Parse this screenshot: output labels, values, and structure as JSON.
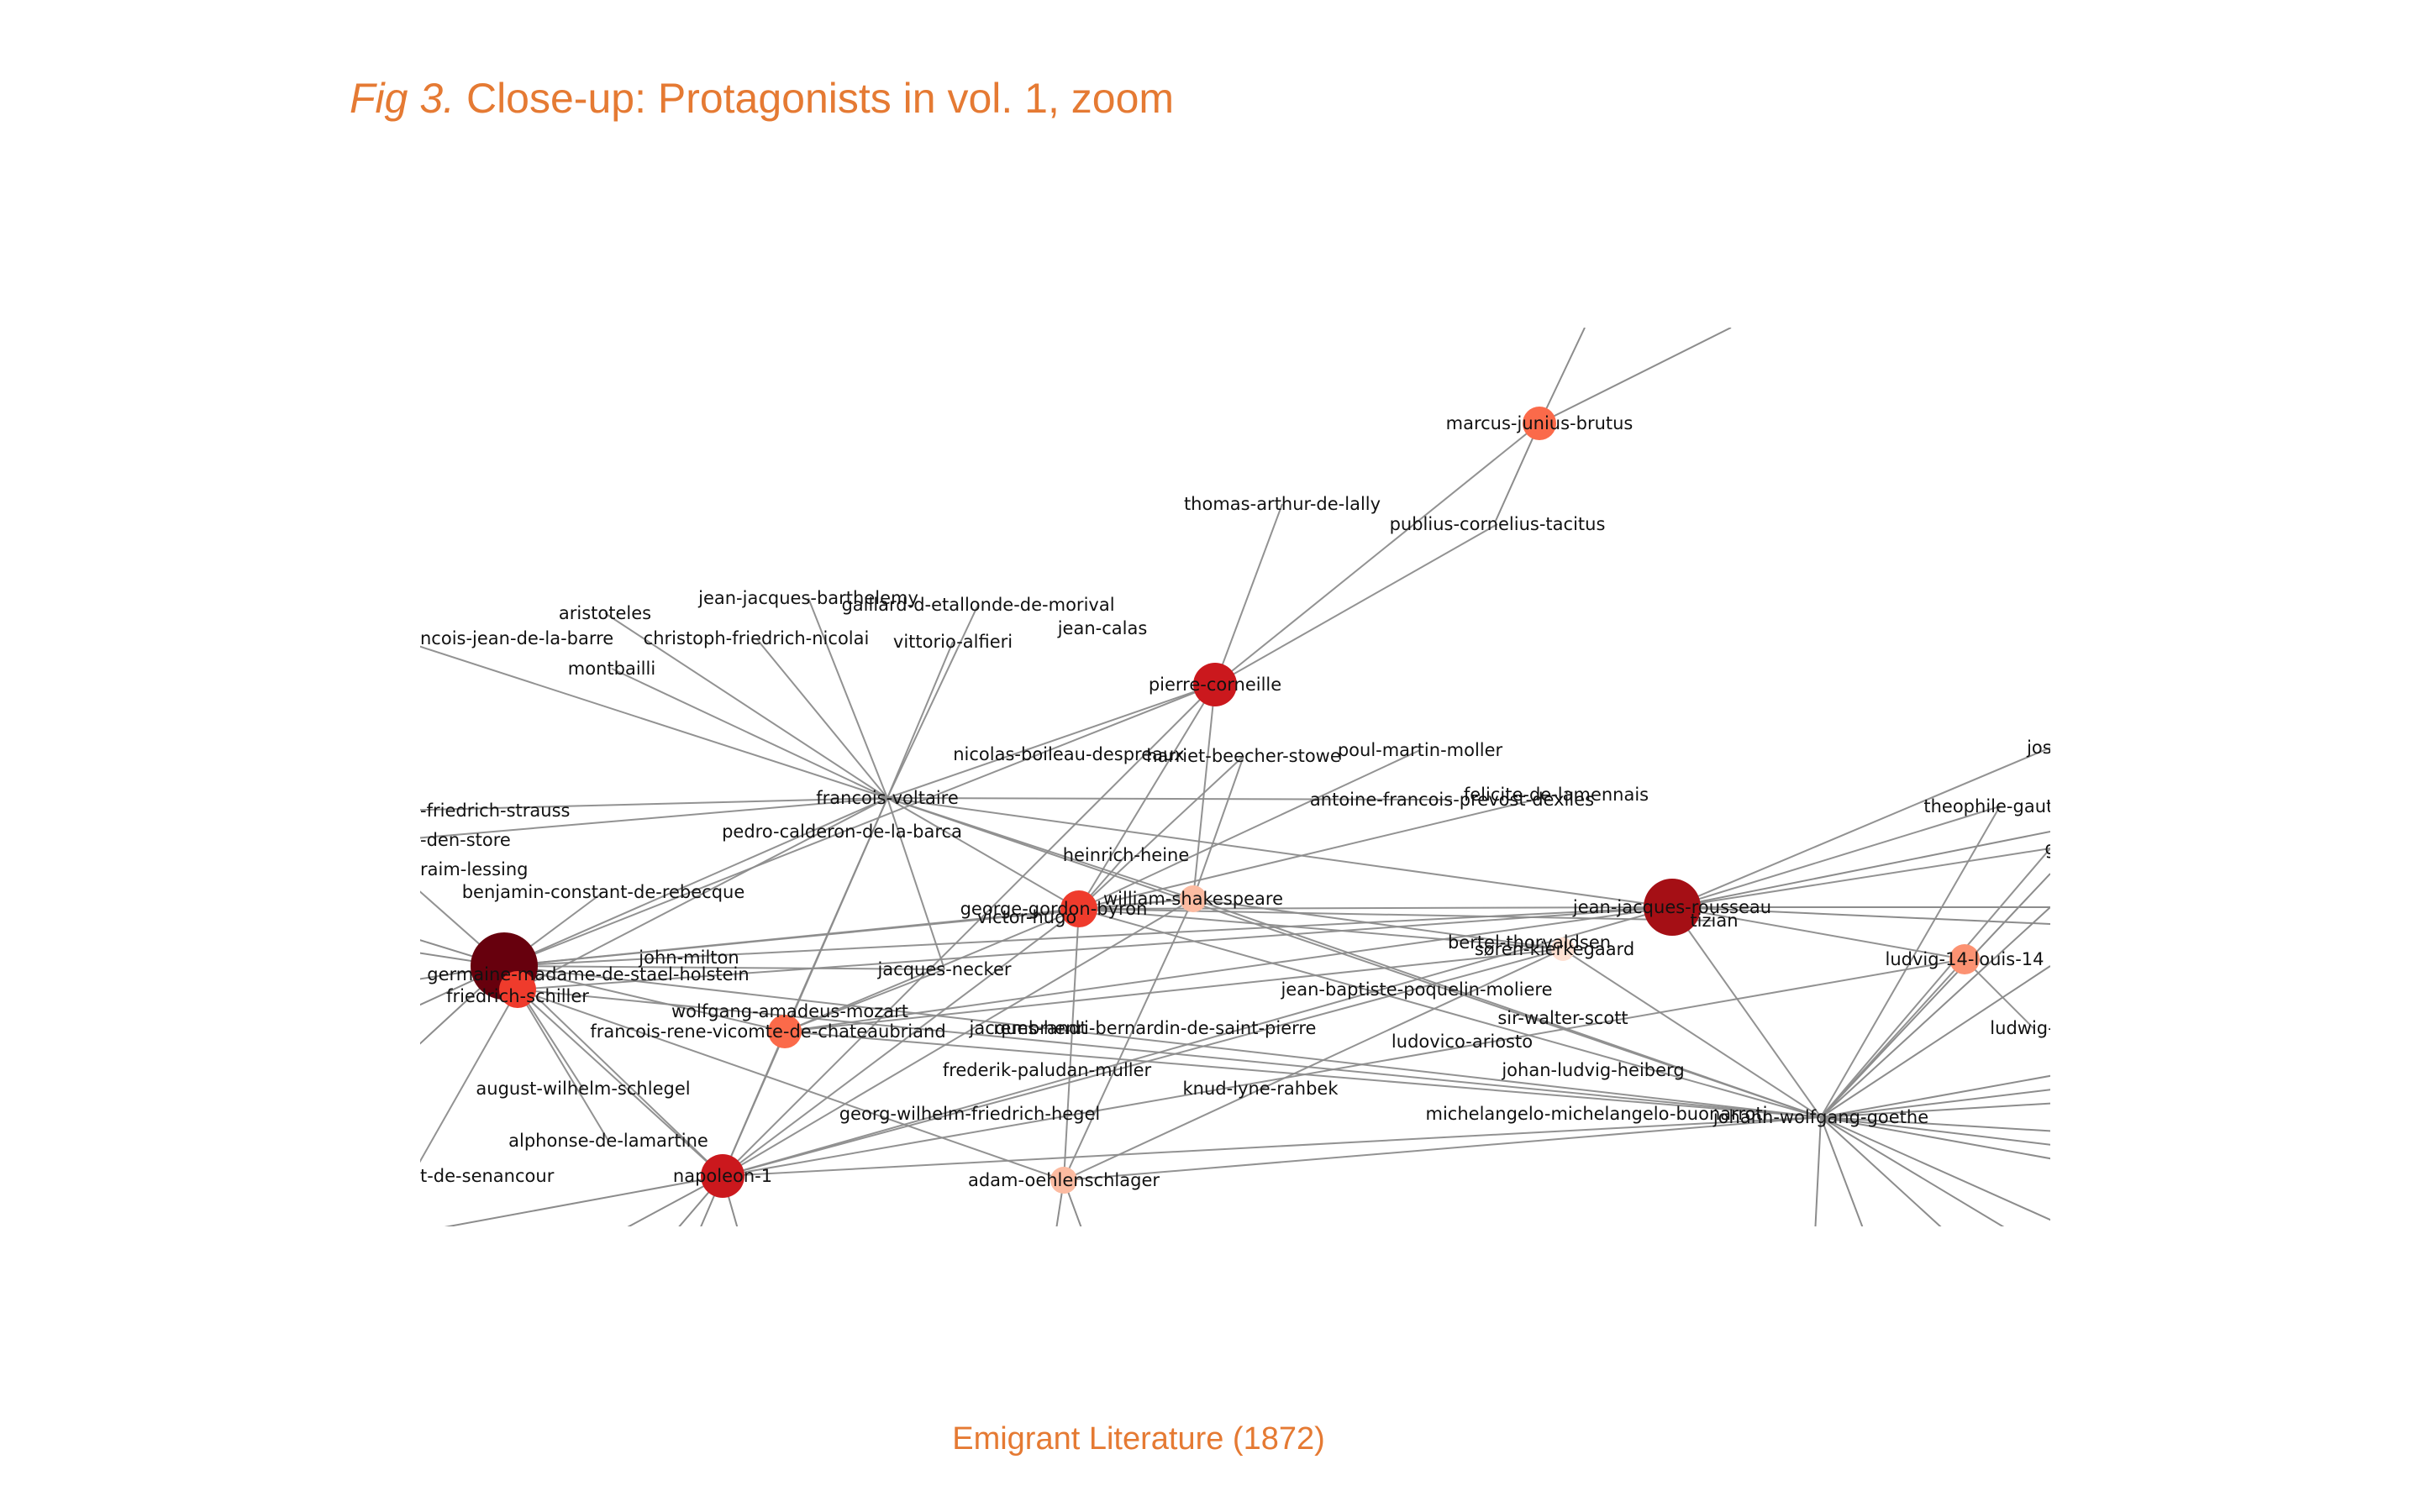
{
  "figure": {
    "title_prefix": "Fig 3.",
    "title_text": "Close-up: Protagonists in vol. 1, zoom",
    "caption": "Emigrant Literature (1872)"
  },
  "graph": {
    "node_color_scale": [
      "#fee0d2",
      "#fcbba1",
      "#fc9272",
      "#fb6a4a",
      "#ef3b2c",
      "#cb181d",
      "#a50f15",
      "#67000d"
    ],
    "edge_color": "#8c8c8c",
    "nodes": [
      {
        "id": "francois-voltaire",
        "label": "francois-voltaire",
        "weight": 8
      },
      {
        "id": "johann-wolfgang-goethe",
        "label": "johann-wolfgang-goethe",
        "weight": 8
      },
      {
        "id": "germaine-madame-de-stael-holstein",
        "label": "germaine-madame-de-stael-holstein",
        "weight": 7
      },
      {
        "id": "jean-jacques-rousseau",
        "label": "jean-jacques-rousseau",
        "weight": 6
      },
      {
        "id": "napoleon-1",
        "label": "napoleon-1",
        "weight": 5
      },
      {
        "id": "pierre-corneille",
        "label": "pierre-corneille",
        "weight": 5
      },
      {
        "id": "george-gordon-byron",
        "label": "george-gordon-byron",
        "weight": 4
      },
      {
        "id": "friedrich-schiller",
        "label": "friedrich-schiller",
        "weight": 4
      },
      {
        "id": "marcus-junius-brutus",
        "label": "marcus-junius-brutus",
        "weight": 3
      },
      {
        "id": "francois-rene-vicomte-de-chateaubriand",
        "label": "francois-rene-vicomte-de-chateaubriand",
        "weight": 3
      },
      {
        "id": "ludvig-14-louis-14",
        "label": "ludvig-14-louis-14",
        "weight": 2
      },
      {
        "id": "william-shakespeare",
        "label": "william-shakespeare",
        "weight": 1
      },
      {
        "id": "adam-oehlenschlager",
        "label": "adam-oehlenschlager",
        "weight": 1
      },
      {
        "id": "seren-kierkegaard",
        "label": "søren-kierkegaard",
        "weight": 0
      },
      {
        "id": "thomas-arthur-de-lally",
        "label": "thomas-arthur-de-lally"
      },
      {
        "id": "publius-cornelius-tacitus",
        "label": "publius-cornelius-tacitus"
      },
      {
        "id": "jean-jacques-barthelemy",
        "label": "jean-jacques-barthelemy"
      },
      {
        "id": "gaillard-d-etallonde-de-morival",
        "label": "gaillard-d-etallonde-de-morival"
      },
      {
        "id": "aristoteles",
        "label": "aristoteles"
      },
      {
        "id": "francois-jean-de-la-barre",
        "label": "ncois-jean-de-la-barre"
      },
      {
        "id": "christoph-friedrich-nicolai",
        "label": "christoph-friedrich-nicolai"
      },
      {
        "id": "vittorio-alfieri",
        "label": "vittorio-alfieri"
      },
      {
        "id": "jean-calas",
        "label": "jean-calas"
      },
      {
        "id": "montbailli",
        "label": "montbailli"
      },
      {
        "id": "nicolas-boileau-despreaux",
        "label": "nicolas-boileau-despreaux"
      },
      {
        "id": "harriet-beecher-stowe",
        "label": "harriet-beecher-stowe"
      },
      {
        "id": "poul-martin-moller",
        "label": "poul-martin-moller"
      },
      {
        "id": "felicite-de-lamennais",
        "label": "felicite-de-lamennais"
      },
      {
        "id": "antoine-francois-prevost-dexiles",
        "label": "antoine-francois-prevost-dexiles"
      },
      {
        "id": "david-friedrich-strauss",
        "label": "-friedrich-strauss"
      },
      {
        "id": "pedro-calderon-de-la-barca",
        "label": "pedro-calderon-de-la-barca"
      },
      {
        "id": "theophile-gautier",
        "label": "theophile-gautier"
      },
      {
        "id": "joseph",
        "label": "josep"
      },
      {
        "id": "g-edge",
        "label": "g"
      },
      {
        "id": "den-store",
        "label": "-den-store"
      },
      {
        "id": "heinrich-heine",
        "label": "heinrich-heine"
      },
      {
        "id": "gotthold-ephraim-lessing",
        "label": "raim-lessing"
      },
      {
        "id": "benjamin-constant-de-rebecque",
        "label": "benjamin-constant-de-rebecque"
      },
      {
        "id": "victor-hugo",
        "label": "victor-hugo"
      },
      {
        "id": "tizian",
        "label": "tizian"
      },
      {
        "id": "john-milton",
        "label": "john-milton"
      },
      {
        "id": "bertel-thorvaldsen",
        "label": "bertel-thorvaldsen"
      },
      {
        "id": "jacques-necker",
        "label": "jacques-necker"
      },
      {
        "id": "jean-baptiste-poquelin-moliere",
        "label": "jean-baptiste-poquelin-moliere"
      },
      {
        "id": "wolfgang-amadeus-mozart",
        "label": "wolfgang-amadeus-mozart"
      },
      {
        "id": "sir-walter-scott",
        "label": "sir-walter-scott"
      },
      {
        "id": "rembrandt",
        "label": "rembrandt"
      },
      {
        "id": "jacques-henri-bernardin-de-saint-pierre",
        "label": "jacques-henri-bernardin-de-saint-pierre"
      },
      {
        "id": "ludwig-tieck",
        "label": "ludwig-tie"
      },
      {
        "id": "ludovico-ariosto",
        "label": "ludovico-ariosto"
      },
      {
        "id": "frederik-paludan-muller",
        "label": "frederik-paludan-muller"
      },
      {
        "id": "johan-ludvig-heiberg",
        "label": "johan-ludvig-heiberg"
      },
      {
        "id": "august-wilhelm-schlegel",
        "label": "august-wilhelm-schlegel"
      },
      {
        "id": "knud-lyne-rahbek",
        "label": "knud-lyne-rahbek"
      },
      {
        "id": "georg-wilhelm-friedrich-hegel",
        "label": "georg-wilhelm-friedrich-hegel"
      },
      {
        "id": "michelangelo-michelangelo-buonarroti",
        "label": "michelangelo-michelangelo-buonarroti"
      },
      {
        "id": "alphonse-de-lamartine",
        "label": "alphonse-de-lamartine"
      },
      {
        "id": "etienne-pivert-de-senancour",
        "label": "t-de-senancour"
      }
    ],
    "edges": [
      [
        "marcus-junius-brutus",
        "pierre-corneille"
      ],
      [
        "pierre-corneille",
        "thomas-arthur-de-lally"
      ],
      [
        "pierre-corneille",
        "publius-cornelius-tacitus"
      ],
      [
        "pierre-corneille",
        "francois-voltaire"
      ],
      [
        "pierre-corneille",
        "george-gordon-byron"
      ],
      [
        "pierre-corneille",
        "william-shakespeare"
      ],
      [
        "pierre-corneille",
        "germaine-madame-de-stael-holstein"
      ],
      [
        "pierre-corneille",
        "napoleon-1"
      ],
      [
        "francois-voltaire",
        "jean-jacques-barthelemy"
      ],
      [
        "francois-voltaire",
        "gaillard-d-etallonde-de-morival"
      ],
      [
        "francois-voltaire",
        "aristoteles"
      ],
      [
        "francois-voltaire",
        "francois-jean-de-la-barre"
      ],
      [
        "francois-voltaire",
        "christoph-friedrich-nicolai"
      ],
      [
        "francois-voltaire",
        "vittorio-alfieri"
      ],
      [
        "francois-voltaire",
        "montbailli"
      ],
      [
        "francois-voltaire",
        "jean-jacques-rousseau"
      ],
      [
        "francois-voltaire",
        "johann-wolfgang-goethe"
      ],
      [
        "francois-voltaire",
        "germaine-madame-de-stael-holstein"
      ],
      [
        "francois-voltaire",
        "friedrich-schiller"
      ],
      [
        "francois-voltaire",
        "george-gordon-byron"
      ],
      [
        "francois-voltaire",
        "napoleon-1"
      ],
      [
        "francois-voltaire",
        "jacques-necker"
      ],
      [
        "francois-voltaire",
        "antoine-francois-prevost-dexiles"
      ],
      [
        "francois-voltaire",
        "david-friedrich-strauss"
      ],
      [
        "francois-voltaire",
        "den-store"
      ],
      [
        "francois-voltaire",
        "william-shakespeare"
      ],
      [
        "francois-voltaire",
        "francois-rene-vicomte-de-chateaubriand"
      ],
      [
        "jean-jacques-rousseau",
        "germaine-madame-de-stael-holstein"
      ],
      [
        "jean-jacques-rousseau",
        "friedrich-schiller"
      ],
      [
        "jean-jacques-rousseau",
        "johann-wolfgang-goethe"
      ],
      [
        "jean-jacques-rousseau",
        "ludvig-14-louis-14"
      ],
      [
        "jean-jacques-rousseau",
        "theophile-gautier"
      ],
      [
        "jean-jacques-rousseau",
        "joseph"
      ],
      [
        "jean-jacques-rousseau",
        "g-edge"
      ],
      [
        "jean-jacques-rousseau",
        "george-gordon-byron"
      ],
      [
        "jean-jacques-rousseau",
        "napoleon-1"
      ],
      [
        "jean-jacques-rousseau",
        "francois-rene-vicomte-de-chateaubriand"
      ],
      [
        "johann-wolfgang-goethe",
        "germaine-madame-de-stael-holstein"
      ],
      [
        "johann-wolfgang-goethe",
        "friedrich-schiller"
      ],
      [
        "johann-wolfgang-goethe",
        "george-gordon-byron"
      ],
      [
        "johann-wolfgang-goethe",
        "william-shakespeare"
      ],
      [
        "johann-wolfgang-goethe",
        "napoleon-1"
      ],
      [
        "johann-wolfgang-goethe",
        "ludvig-14-louis-14"
      ],
      [
        "johann-wolfgang-goethe",
        "seren-kierkegaard"
      ],
      [
        "johann-wolfgang-goethe",
        "theophile-gautier"
      ],
      [
        "johann-wolfgang-goethe",
        "g-edge"
      ],
      [
        "johann-wolfgang-goethe",
        "francois-rene-vicomte-de-chateaubriand"
      ],
      [
        "johann-wolfgang-goethe",
        "adam-oehlenschlager"
      ],
      [
        "germaine-madame-de-stael-holstein",
        "friedrich-schiller"
      ],
      [
        "germaine-madame-de-stael-holstein",
        "george-gordon-byron"
      ],
      [
        "germaine-madame-de-stael-holstein",
        "napoleon-1"
      ],
      [
        "germaine-madame-de-stael-holstein",
        "william-shakespeare"
      ],
      [
        "germaine-madame-de-stael-holstein",
        "francois-rene-vicomte-de-chateaubriand"
      ],
      [
        "germaine-madame-de-stael-holstein",
        "benjamin-constant-de-rebecque"
      ],
      [
        "germaine-madame-de-stael-holstein",
        "jacques-necker"
      ],
      [
        "germaine-madame-de-stael-holstein",
        "gotthold-ephraim-lessing"
      ],
      [
        "germaine-madame-de-stael-holstein",
        "august-wilhelm-schlegel"
      ],
      [
        "friedrich-schiller",
        "napoleon-1"
      ],
      [
        "friedrich-schiller",
        "alphonse-de-lamartine"
      ],
      [
        "friedrich-schiller",
        "etienne-pivert-de-senancour"
      ],
      [
        "friedrich-schiller",
        "adam-oehlenschlager"
      ],
      [
        "george-gordon-byron",
        "william-shakespeare"
      ],
      [
        "george-gordon-byron",
        "napoleon-1"
      ],
      [
        "george-gordon-byron",
        "francois-rene-vicomte-de-chateaubriand"
      ],
      [
        "george-gordon-byron",
        "heinrich-heine"
      ],
      [
        "george-gordon-byron",
        "victor-hugo"
      ],
      [
        "george-gordon-byron",
        "harriet-beecher-stowe"
      ],
      [
        "george-gordon-byron",
        "poul-martin-moller"
      ],
      [
        "george-gordon-byron",
        "felicite-de-lamennais"
      ],
      [
        "george-gordon-byron",
        "seren-kierkegaard"
      ],
      [
        "george-gordon-byron",
        "tizian"
      ],
      [
        "george-gordon-byron",
        "adam-oehlenschlager"
      ],
      [
        "william-shakespeare",
        "napoleon-1"
      ],
      [
        "william-shakespeare",
        "seren-kierkegaard"
      ],
      [
        "william-shakespeare",
        "adam-oehlenschlager"
      ],
      [
        "william-shakespeare",
        "harriet-beecher-stowe"
      ],
      [
        "napoleon-1",
        "francois-rene-vicomte-de-chateaubriand"
      ],
      [
        "napoleon-1",
        "seren-kierkegaard"
      ],
      [
        "napoleon-1",
        "ludvig-14-louis-14"
      ],
      [
        "francois-rene-vicomte-de-chateaubriand",
        "seren-kierkegaard"
      ],
      [
        "francois-rene-vicomte-de-chateaubriand",
        "jacques-necker"
      ],
      [
        "adam-oehlenschlager",
        "seren-kierkegaard"
      ],
      [
        "ludvig-14-louis-14",
        "ludwig-tieck"
      ]
    ]
  }
}
